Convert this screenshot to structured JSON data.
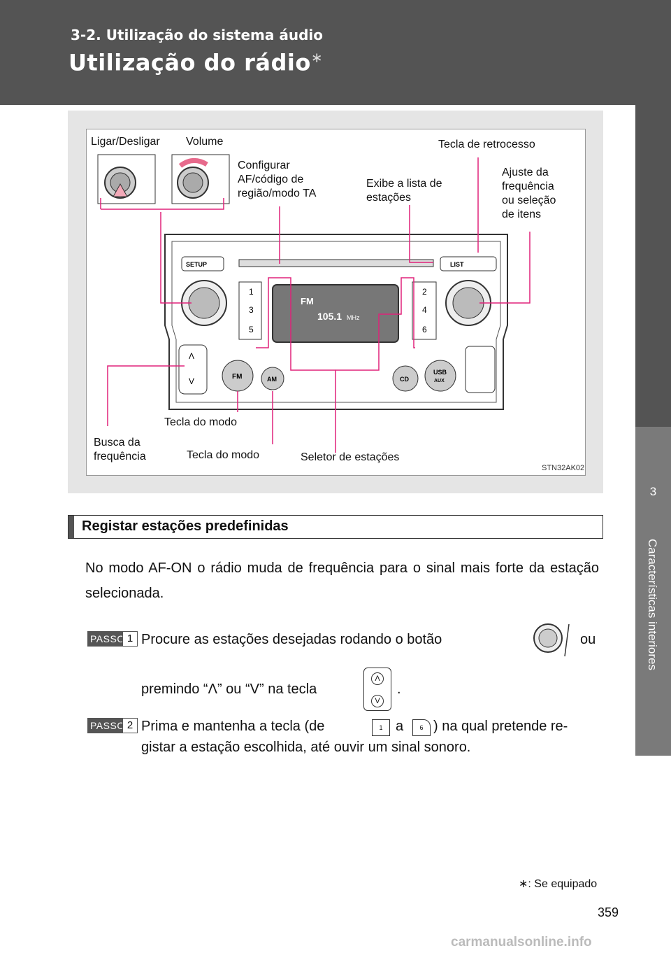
{
  "header": {
    "section_label": "3-2. Utilização do sistema áudio",
    "title": "Utilização do rádio",
    "title_marker": "∗"
  },
  "side_tab": {
    "chapter_number": "3",
    "chapter_title": "Características interiores"
  },
  "figure": {
    "callouts": {
      "power": "Ligar/Desligar",
      "volume": "Volume",
      "setup": "Configurar\nAF/código de\nregião/modo TA",
      "list": "Exibe a lista de\nestações",
      "back": "Tecla de retrocesso",
      "tune": "Ajuste da\nfrequência\nou seleção\nde itens",
      "seek": "Busca da\nfrequência",
      "mode_fm": "Tecla do modo",
      "mode_am": "Tecla do modo",
      "presets": "Seletor de estações"
    },
    "code": "STN32AK02",
    "device": {
      "setup_label": "SETUP",
      "list_label": "LIST",
      "display_band": "FM",
      "display_freq": "105.1",
      "display_unit": "MHz",
      "presets_left": [
        "1",
        "3",
        "5"
      ],
      "presets_right": [
        "2",
        "4",
        "6"
      ],
      "fm_label": "FM",
      "am_label": "AM",
      "cd_label": "CD",
      "usb_label": "USB",
      "aux_label": "AUX",
      "seek_up": "Λ",
      "seek_down": "V"
    }
  },
  "subheading": "Registar estações predefinidas",
  "intro": "No modo AF-ON o rádio muda de frequência para o sinal mais forte da estação selecionada.",
  "steps": [
    {
      "badge": "PASSO",
      "number": "1",
      "line1_a": "Procure  as  estações  desejadas  rodando  o  botão",
      "line1_b": "ou",
      "line2_a": "premindo  “Λ” ou “V” na tecla",
      "line2_b": ".",
      "key_up": "Λ",
      "key_down": "V"
    },
    {
      "badge": "PASSO",
      "number": "2",
      "line1_a": "Prima e mantenha a tecla (de",
      "line1_mid": "a",
      "line1_b": ") na qual pretende re-",
      "line2": "gistar a estação escolhida, até ouvir um sinal sonoro.",
      "key_from": "1",
      "key_to": "6"
    }
  ],
  "footnote": {
    "marker": "∗",
    "text": ": Se equipado"
  },
  "page_number": "359",
  "watermark": "carmanualsonline.info"
}
